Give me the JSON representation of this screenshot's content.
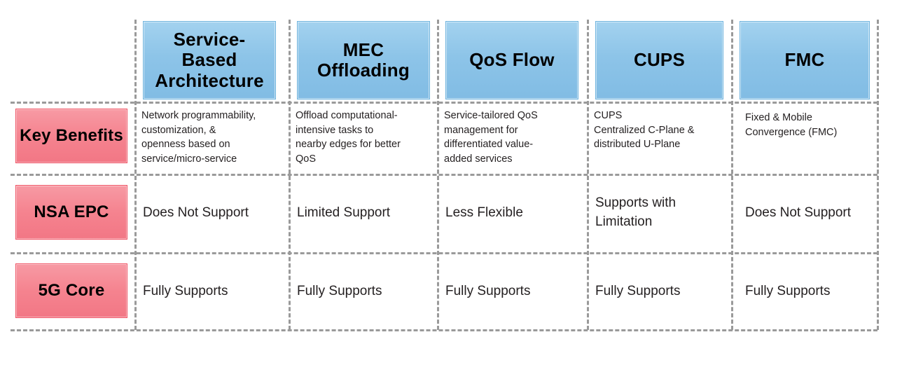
{
  "table": {
    "corner_cell": "",
    "columns": [
      {
        "id": "col-service-based-architecture",
        "label": "Service-\nBased\nArchitecture"
      },
      {
        "id": "col-mec-offloading",
        "label": "MEC\nOffloading"
      },
      {
        "id": "col-qos-flow",
        "label": "QoS Flow"
      },
      {
        "id": "col-cups",
        "label": "CUPS"
      },
      {
        "id": "col-fmc",
        "label": "FMC"
      }
    ],
    "rows": [
      {
        "id": "row-key-benefits",
        "label": "Key\nBenefits",
        "text_size": "small",
        "align": "top",
        "cells": [
          "Network programmability,\ncustomization, &\nopenness based on\nservice/micro-service",
          "Offload computational-\nintensive tasks to\nnearby edges for better\nQoS",
          "Service-tailored QoS\nmanagement for\ndifferentiated value-\nadded services",
          "CUPS\nCentralized C-Plane &\ndistributed U-Plane",
          "Fixed & Mobile\nConvergence (FMC)"
        ]
      },
      {
        "id": "row-nsa-epc",
        "label": "NSA EPC",
        "text_size": "large",
        "align": "middle",
        "cells": [
          "Does Not Support",
          "Limited Support",
          "Less Flexible",
          "Supports with\nLimitation",
          "Does Not Support"
        ]
      },
      {
        "id": "row-5g-core",
        "label": "5G Core",
        "text_size": "large",
        "align": "middle",
        "cells": [
          "Fully Supports",
          "Fully Supports",
          "Fully Supports",
          "Fully Supports",
          "Fully Supports"
        ]
      }
    ],
    "colors": {
      "column_header_fill": "#8dc4e8",
      "column_header_border": "#6fb4de",
      "row_header_fill": "#f5838f",
      "row_header_border": "#ef5566",
      "grid_line": "#9a9a9a",
      "background": "#ffffff",
      "text": "#231f20"
    }
  }
}
